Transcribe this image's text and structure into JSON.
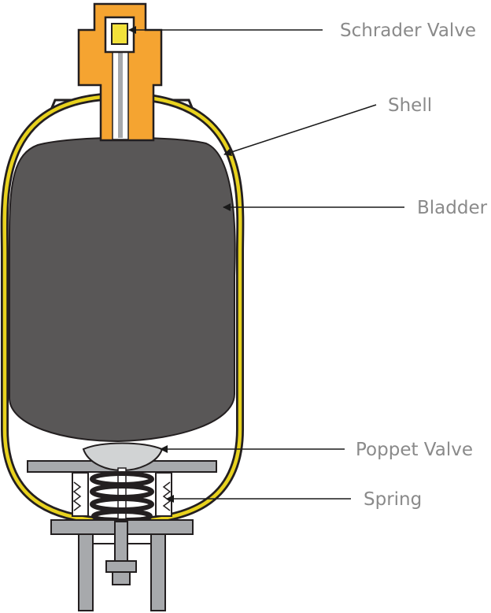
{
  "labels": {
    "schrader_valve": "Schrader Valve",
    "shell": "Shell",
    "bladder": "Bladder",
    "poppet_valve": "Poppet Valve",
    "spring": "Spring"
  },
  "colors": {
    "shell": "#e8d21e",
    "valve_orange": "#f5a431",
    "valve_core": "#f2e13a",
    "bladder": "#595757",
    "metal": "#a7a9ac",
    "outline": "#231f20",
    "label_text": "#8a8a8a"
  }
}
